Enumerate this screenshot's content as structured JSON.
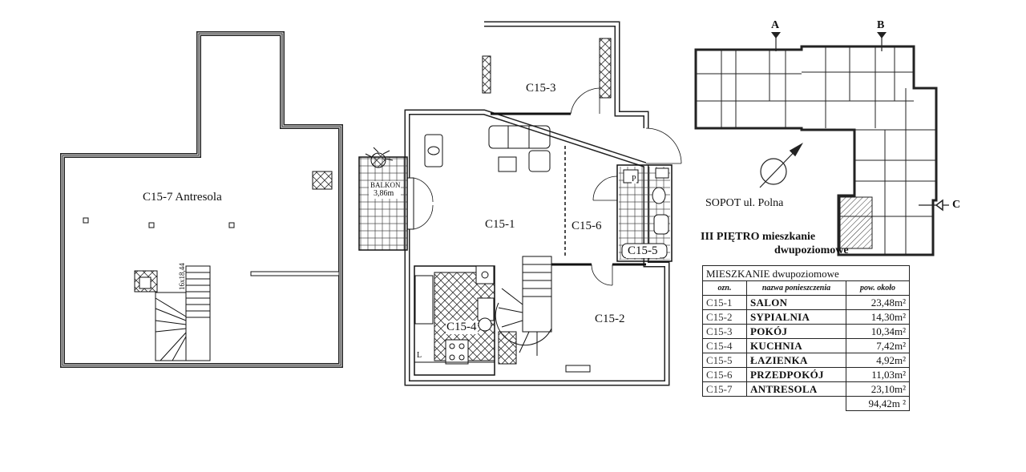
{
  "mezzanine": {
    "label": "C15-7 Antresola",
    "stair_label": "16x18,44"
  },
  "balcony": {
    "label": "BALKON",
    "area": "3,86m"
  },
  "rooms": {
    "c15_1": "C15-1",
    "c15_2": "C15-2",
    "c15_3": "C15-3",
    "c15_4": "C15-4",
    "c15_5": "C15-5",
    "c15_6": "C15-6"
  },
  "bath_label_p": "P",
  "kitchen_label_l": "L",
  "keyplan": {
    "marker_a": "A",
    "marker_b": "B",
    "marker_c": "C",
    "location": "SOPOT ul. Polna",
    "floor_line1": "III PIĘTRO  mieszkanie",
    "floor_line2": "dwupoziomowe"
  },
  "table": {
    "title": "MIESZKANIE dwupoziomowe",
    "headers": [
      "ozn.",
      "nazwa ponieszczenia",
      "pow. około"
    ],
    "rows": [
      {
        "code": "C15-1",
        "name": "SALON",
        "area": "23,48m²"
      },
      {
        "code": "C15-2",
        "name": "SYPIALNIA",
        "area": "14,30m²"
      },
      {
        "code": "C15-3",
        "name": "POKÓJ",
        "area": "10,34m²"
      },
      {
        "code": "C15-4",
        "name": "KUCHNIA",
        "area": "7,42m²"
      },
      {
        "code": "C15-5",
        "name": "ŁAZIENKA",
        "area": "4,92m²"
      },
      {
        "code": "C15-6",
        "name": "PRZEDPOKÓJ",
        "area": "11,03m²"
      },
      {
        "code": "C15-7",
        "name": "ANTRESOLA",
        "area": "23,10m²"
      }
    ],
    "total": "94,42m ²"
  }
}
